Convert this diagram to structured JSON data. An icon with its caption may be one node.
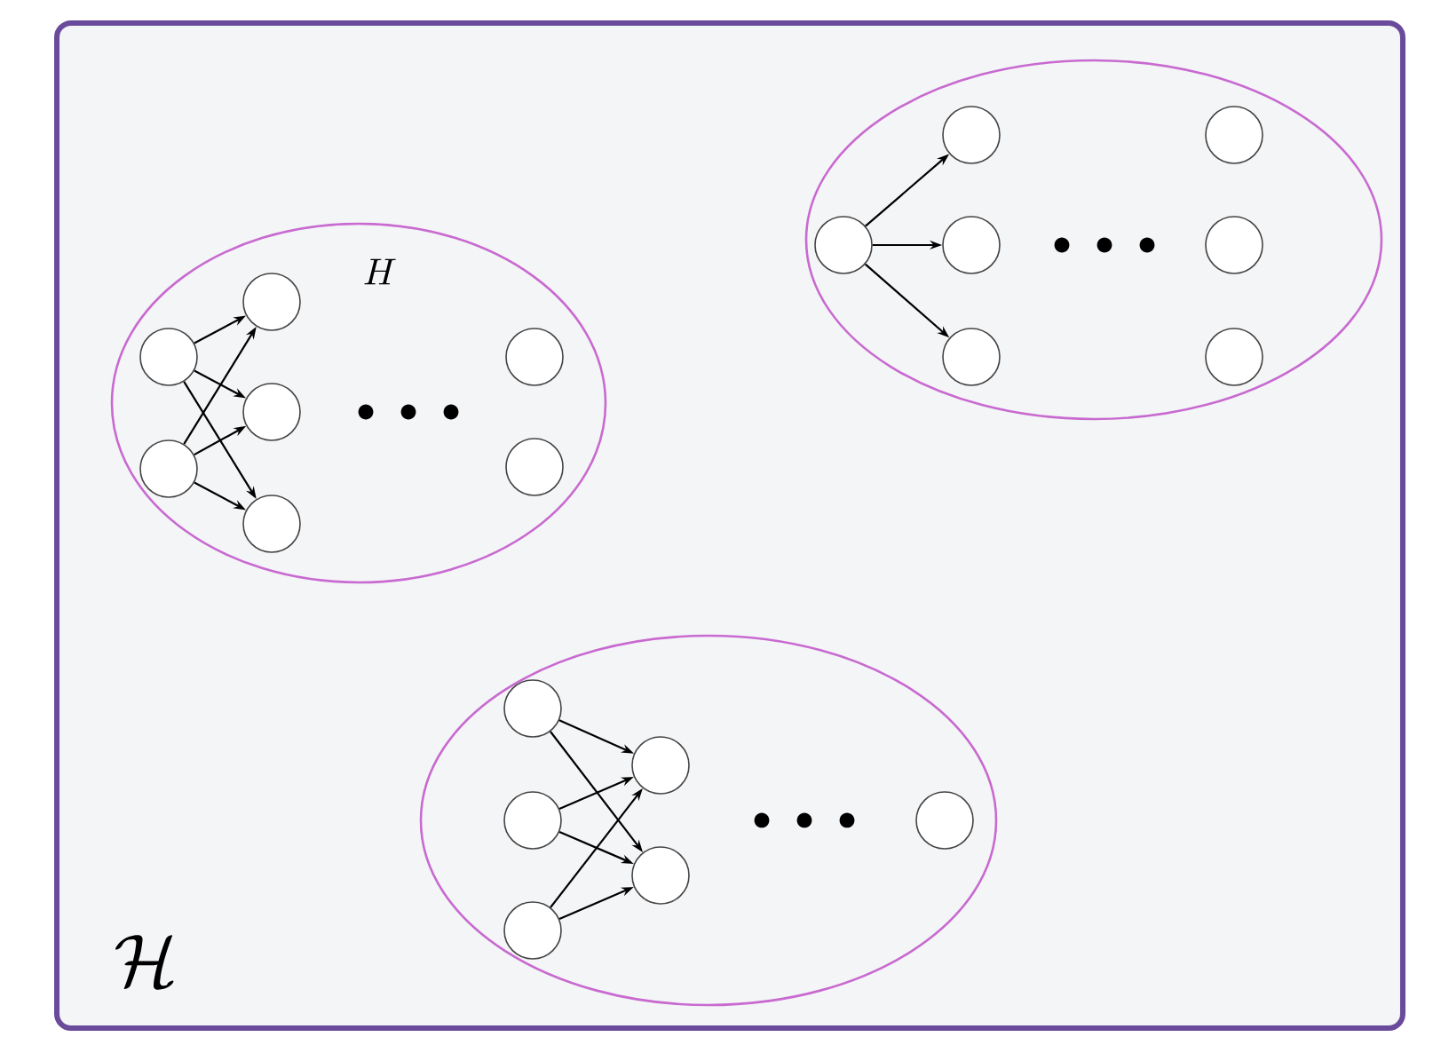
{
  "diagram": {
    "nodes": [
      {
        "text": [
          "\\mathcal{H}"
        ]
      },
      {
        "text": [
          "H"
        ],
        "in": 0
      },
      {
        "text": [],
        "shape": "circle",
        "in": 1
      },
      {
        "text": [],
        "shape": "circle",
        "in": 1
      },
      {
        "text": [],
        "shape": "circle",
        "in": 1
      },
      {
        "text": [],
        "shape": "circle",
        "in": 1
      },
      {
        "text": [],
        "shape": "circle",
        "in": 1
      },
      {
        "text": [],
        "shape": "circle",
        "in": 1
      },
      {
        "text": [],
        "shape": "circle",
        "in": 1
      },
      {
        "text": [],
        "shape": "ellipse",
        "in": 0
      },
      {
        "text": [],
        "shape": "circle",
        "in": 9
      },
      {
        "text": [],
        "shape": "circle",
        "in": 9
      },
      {
        "text": [],
        "shape": "circle",
        "in": 9
      },
      {
        "text": [],
        "shape": "circle",
        "in": 9
      },
      {
        "text": [],
        "shape": "circle",
        "in": 9
      },
      {
        "text": [],
        "shape": "circle",
        "in": 9
      },
      {
        "text": [],
        "shape": "circle",
        "in": 9
      },
      {
        "text": [],
        "shape": "ellipse",
        "in": 0
      },
      {
        "text": [],
        "shape": "circle",
        "in": 17
      },
      {
        "text": [],
        "shape": "circle",
        "in": 17
      },
      {
        "text": [],
        "shape": "circle",
        "in": 17
      },
      {
        "text": [],
        "shape": "circle",
        "in": 17
      },
      {
        "text": [],
        "shape": "circle",
        "in": 17
      },
      {
        "text": [],
        "shape": "circle",
        "in": 17
      }
    ],
    "edges": [
      {
        "from": 2,
        "to": 3,
        "arrow": "to"
      },
      {
        "from": 2,
        "to": 4,
        "arrow": "to"
      },
      {
        "from": 2,
        "to": 5,
        "arrow": "to"
      },
      {
        "from": 6,
        "to": 3,
        "arrow": "to"
      },
      {
        "from": 6,
        "to": 4,
        "arrow": "to"
      },
      {
        "from": 6,
        "to": 5,
        "arrow": "to"
      },
      {
        "from": 10,
        "to": 11,
        "arrow": "to"
      },
      {
        "from": 10,
        "to": 12,
        "arrow": "to"
      },
      {
        "from": 10,
        "to": 13,
        "arrow": "to"
      },
      {
        "from": 18,
        "to": 21,
        "arrow": "to"
      },
      {
        "from": 18,
        "to": 22,
        "arrow": "to"
      },
      {
        "from": 19,
        "to": 21,
        "arrow": "to"
      },
      {
        "from": 19,
        "to": 22,
        "arrow": "to"
      },
      {
        "from": 20,
        "to": 21,
        "arrow": "to"
      },
      {
        "from": 20,
        "to": 22,
        "arrow": "to"
      }
    ]
  }
}
